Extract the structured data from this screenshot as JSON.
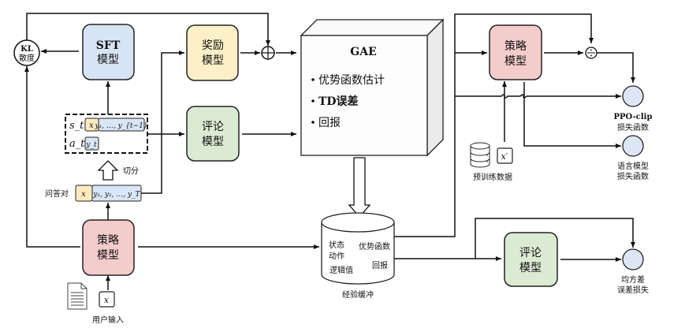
{
  "colors": {
    "sft": "#d6e4f5",
    "reward": "#fdf0c8",
    "critic": "#dbead3",
    "policy": "#f4cccc",
    "x_token": "#fdeac0",
    "y_token": "#d9e6f5",
    "loss_circle": "#dce6f4"
  },
  "nodes": {
    "kl": {
      "line1": "KL",
      "line2": "散度"
    },
    "sft": {
      "line1": "SFT",
      "line2": "模型"
    },
    "reward": {
      "line1": "奖励",
      "line2": "模型"
    },
    "critic_left": {
      "line1": "评论",
      "line2": "模型"
    },
    "gae": {
      "title": "GAE",
      "bullets": [
        "优势函数估计",
        "TD误差",
        "回报"
      ]
    },
    "policy_left": {
      "line1": "策略",
      "line2": "模型"
    },
    "policy_right": {
      "line1": "策略",
      "line2": "模型"
    },
    "critic_right": {
      "line1": "评论",
      "line2": "模型"
    }
  },
  "state_action": {
    "s_label": "s_t",
    "a_label": "a_t",
    "x": "x",
    "y_prefix": "y₁, …, y_{t−1}",
    "y_t": "y_t"
  },
  "split_label": "切分",
  "qa_pair": {
    "label": "问答对",
    "x": "x",
    "y_seq": "y₁, y₂, …, y_T"
  },
  "user_input": {
    "x": "x",
    "label": "用户输入"
  },
  "buffer": {
    "label": "经验缓冲",
    "items": [
      "状态",
      "动作",
      "优势函数",
      "回报",
      "逻辑值"
    ]
  },
  "pretrain": {
    "x": "x′",
    "label": "预训练数据"
  },
  "losses": {
    "ppo_clip": {
      "line1": "PPO-clip",
      "line2": "损失函数"
    },
    "lm": {
      "line1": "语言模型",
      "line2": "损失函数"
    },
    "mse": {
      "line1": "均方差",
      "line2": "误差损失"
    }
  },
  "operators": {
    "plus": "⊕",
    "divide": "÷"
  }
}
